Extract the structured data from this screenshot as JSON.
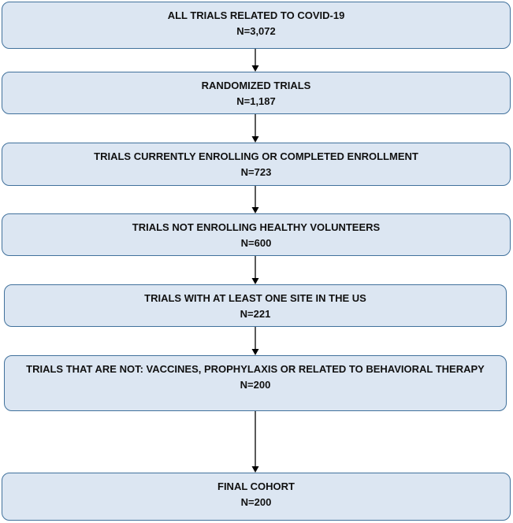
{
  "flowchart": {
    "steps": [
      {
        "label": "ALL TRIALS RELATED TO COVID-19",
        "count": "N=3,072"
      },
      {
        "label": "RANDOMIZED TRIALS",
        "count": "N=1,187"
      },
      {
        "label": "TRIALS CURRENTLY ENROLLING OR COMPLETED ENROLLMENT",
        "count": "N=723"
      },
      {
        "label": "TRIALS NOT ENROLLING HEALTHY VOLUNTEERS",
        "count": "N=600"
      },
      {
        "label": "TRIALS WITH AT LEAST ONE SITE IN THE US",
        "count": "N=221"
      },
      {
        "label": "TRIALS THAT ARE NOT: VACCINES, PROPHYLAXIS OR RELATED TO BEHAVIORAL THERAPY",
        "count": "N=200"
      },
      {
        "label": "FINAL COHORT",
        "count": "N=200"
      }
    ]
  },
  "colors": {
    "box_fill": "#dce6f2",
    "box_border": "#41719c",
    "arrow": "#000000"
  }
}
